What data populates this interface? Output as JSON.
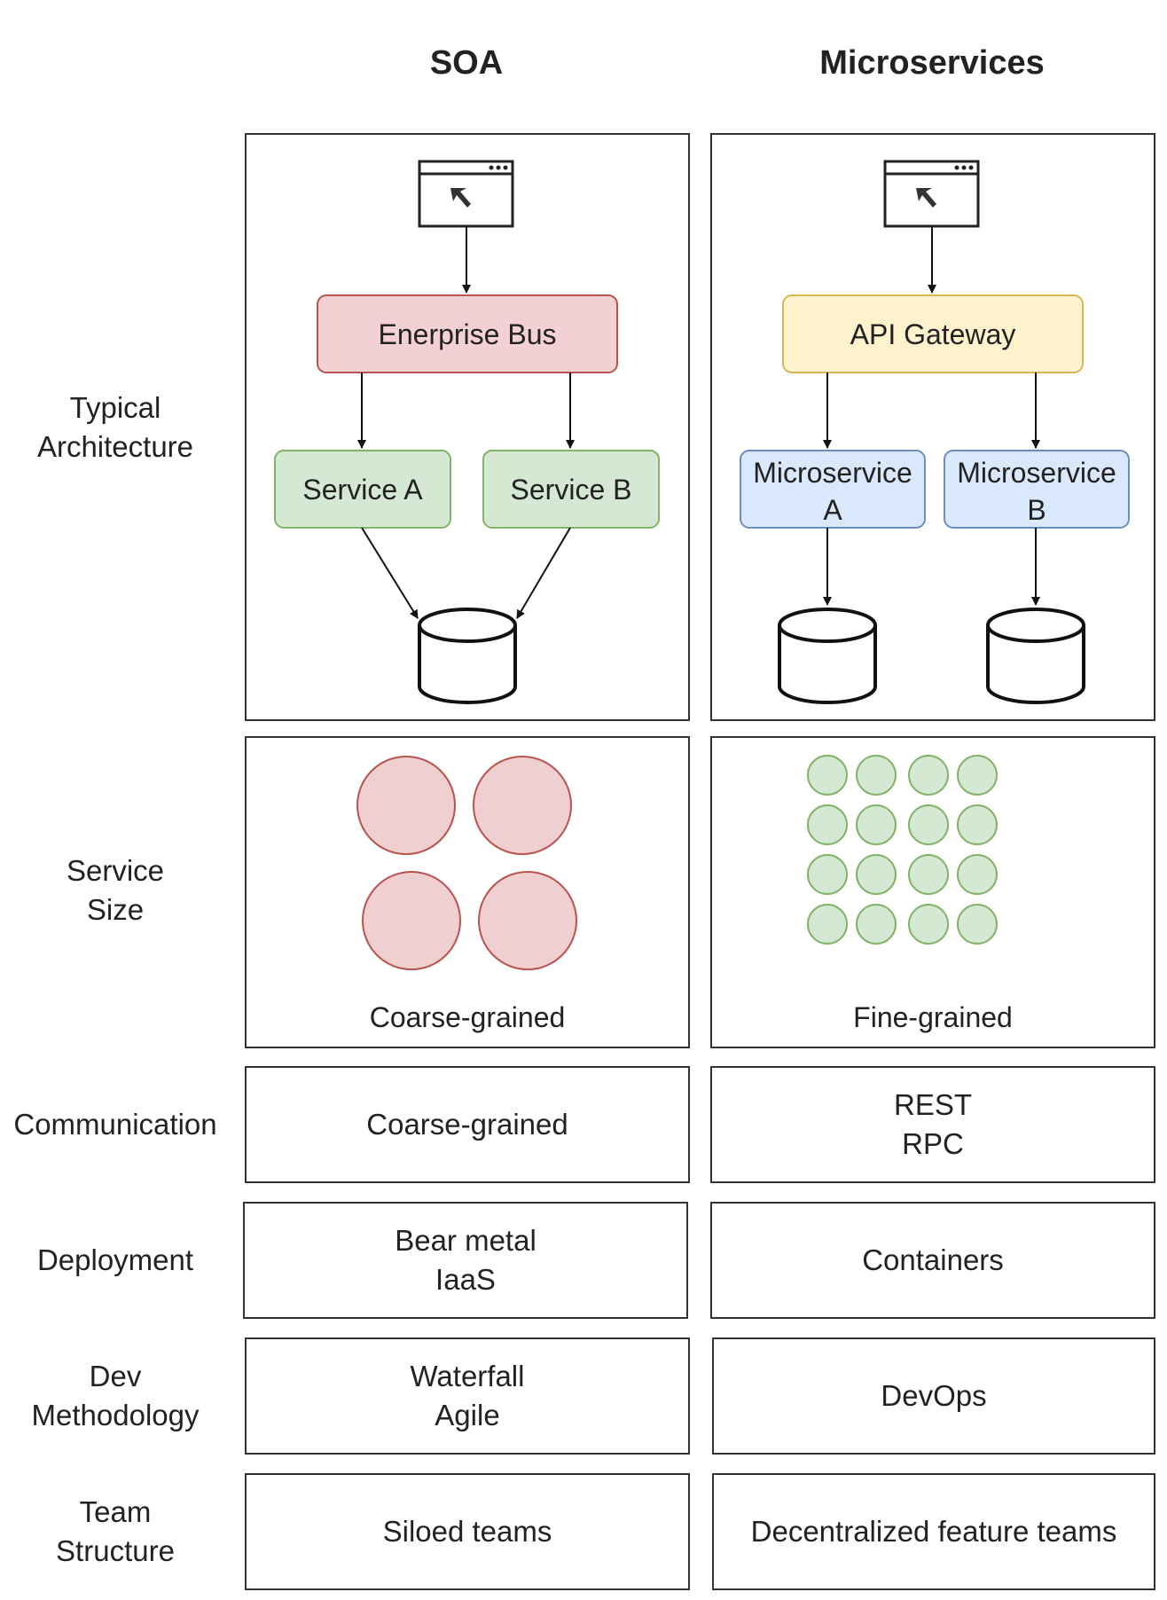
{
  "headers": {
    "soa": "SOA",
    "microservices": "Microservices"
  },
  "rows": {
    "architecture": {
      "label_lines": [
        "Typical",
        "Architecture"
      ]
    },
    "service_size": {
      "label_lines": [
        "Service",
        "Size"
      ],
      "soa": "Coarse-grained",
      "microservices": "Fine-grained"
    },
    "communication": {
      "label": "Communication",
      "soa_lines": [
        "Coarse-grained"
      ],
      "ms_lines": [
        "REST",
        "RPC"
      ]
    },
    "deployment": {
      "label": "Deployment",
      "soa_lines": [
        "Bear metal",
        "IaaS"
      ],
      "ms_lines": [
        "Containers"
      ]
    },
    "dev_methodology": {
      "label_lines": [
        "Dev",
        "Methodology"
      ],
      "soa_lines": [
        "Waterfall",
        "Agile"
      ],
      "ms_lines": [
        "DevOps"
      ]
    },
    "team_structure": {
      "label_lines": [
        "Team",
        "Structure"
      ],
      "soa_lines": [
        "Siloed teams"
      ],
      "ms_lines": [
        "Decentralized feature teams"
      ]
    }
  },
  "soa_arch": {
    "bus": "Enerprise Bus",
    "service_a": "Service A",
    "service_b": "Service B"
  },
  "ms_arch": {
    "gateway": "API Gateway",
    "ms_a_lines": [
      "Microservice",
      "A"
    ],
    "ms_b_lines": [
      "Microservice",
      "B"
    ]
  },
  "service_size_counts": {
    "soa_services": 4,
    "microservices": 16
  },
  "colors": {
    "bus_fill": "#f2d0d3",
    "bus_stroke": "#b85450",
    "service_fill": "#d5e8d4",
    "service_stroke": "#82b366",
    "gateway_fill": "#fff2cc",
    "gateway_stroke": "#d6b656",
    "ms_fill": "#dae8fc",
    "ms_stroke": "#6c8ebf",
    "big_circle_fill": "#f0cfd1",
    "big_circle_stroke": "#b85450",
    "small_circle_fill": "#d5e8d4",
    "small_circle_stroke": "#82b366"
  },
  "icons": [
    "browser-window-icon",
    "database-icon"
  ]
}
